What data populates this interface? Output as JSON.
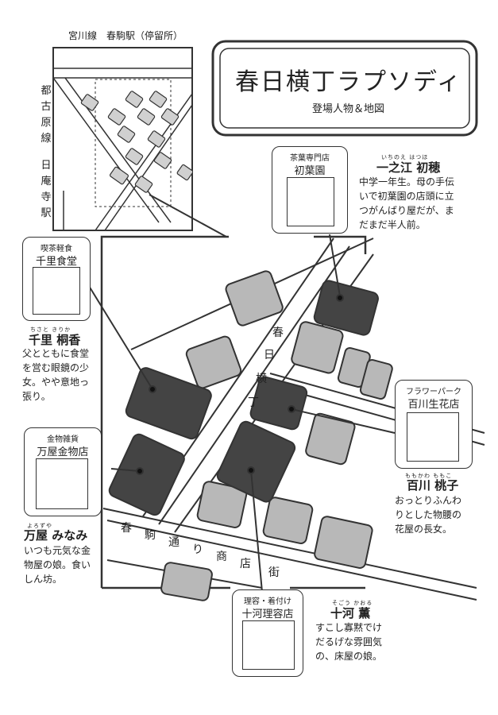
{
  "title": {
    "main": "春日横丁ラプソディ",
    "sub": "登場人物＆地図"
  },
  "inset": {
    "top_label": "宮川線　春駒駅（停留所）",
    "left_label_1": "都古原線",
    "left_label_2": "日庵寺駅"
  },
  "streets": {
    "kasuga": [
      "春",
      "日",
      "横",
      "丁"
    ],
    "harukoma": [
      "春",
      "駒",
      "通",
      "り",
      "商",
      "店",
      "街"
    ]
  },
  "characters": [
    {
      "id": "hatsuho",
      "shop_kind": "茶葉専門店",
      "shop": "初葉園",
      "ruby": "いちのえ はつほ",
      "name": "一之江 初穂",
      "desc": [
        "中学一年生。母の手伝",
        "いで初葉園の店頭に立",
        "つがんばり屋だが、ま",
        "だまだ半人前。"
      ]
    },
    {
      "id": "kirika",
      "shop_kind": "喫茶軽食",
      "shop": "千里食堂",
      "ruby": "ちさと きりか",
      "name": "千里 桐香",
      "desc": [
        "父とともに食堂",
        "を営む眼鏡の少",
        "女。やや意地っ",
        "張り。"
      ]
    },
    {
      "id": "momoko",
      "shop_kind": "フラワーパーク",
      "shop": "百川生花店",
      "ruby": "ももかわ ももこ",
      "name": "百川 桃子",
      "desc": [
        "おっとりふんわ",
        "りとした物腰の",
        "花屋の長女。"
      ]
    },
    {
      "id": "minami",
      "shop_kind": "金物雑貨",
      "shop": "万屋金物店",
      "ruby": "よろずや",
      "name": "万屋 みなみ",
      "desc": [
        "いつも元気な金",
        "物屋の娘。食い",
        "しん坊。"
      ]
    },
    {
      "id": "kaoru",
      "shop_kind": "理容・着付け",
      "shop": "十河理容店",
      "ruby": "そごう かおる",
      "name": "十河 薫",
      "desc": [
        "すこし寡黙でけ",
        "だるげな雰囲気",
        "の、床屋の娘。"
      ]
    }
  ],
  "colors": {
    "ink": "#333333",
    "building_gray": "#b8b8b8",
    "building_dark": "#444444"
  }
}
